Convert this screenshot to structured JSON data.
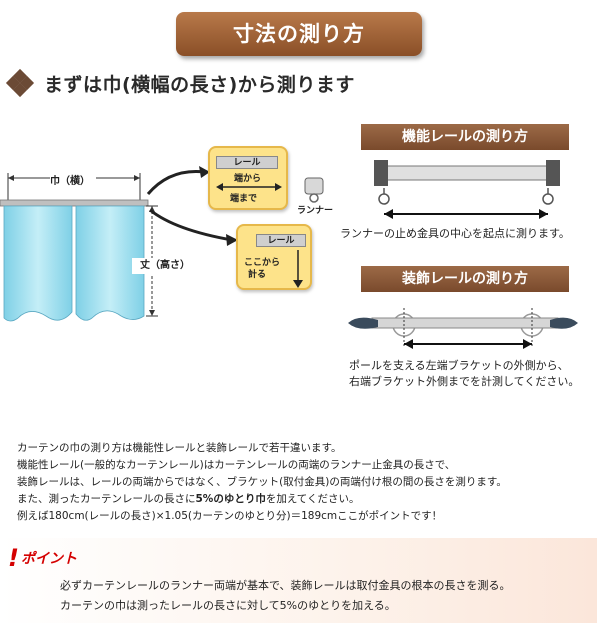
{
  "title": "寸法の測り方",
  "subhead": "まずは巾(横幅の長さ)から測ります",
  "diagram": {
    "width_label": "巾（横）",
    "height_label": "丈（高さ）",
    "rail": "レール",
    "rail2": "レール",
    "from_edge_line1": "端から",
    "from_edge_line2": "端まで",
    "measure_from_line1": "ここから",
    "measure_from_line2": "計る",
    "runner": "ランナー"
  },
  "functional": {
    "heading": "機能レールの測り方",
    "caption": "ランナーの止め金具の中心を起点に測ります。"
  },
  "decorative": {
    "heading": "装飾レールの測り方",
    "caption_line1": "ポールを支える左端ブラケットの外側から、",
    "caption_line2": "右端ブラケット外側までを計測してください。"
  },
  "body": {
    "line1": "カーテンの巾の測り方は機能性レールと装飾レールで若干違います。",
    "line2": "機能性レール(一般的なカーテンレール)はカーテンレールの両端のランナー止金具の長さで、",
    "line3": "装飾レールは、レールの両端からではなく、ブラケット(取付金具)の両端付け根の間の長さを測ります。",
    "line4_pre": "また、測ったカーテンレールの長さに",
    "line4_bold": "5%のゆとり巾",
    "line4_post": "を加えてください。",
    "line5": "例えば180cm(レールの長さ)×1.05(カーテンのゆとり分)＝189cmここがポイントです！"
  },
  "point": {
    "mark": "!",
    "label": "ポイント",
    "line1_a": "必ずカーテンレールのランナー両端が基本で、装飾レールは取付金具の根本の長さを測る。",
    "line2_a": "カーテンの巾は測ったレールの長さに対して5%のゆとりを加える。"
  },
  "colors": {
    "banner": "#8a4f27",
    "section_bar": "#7a4a2c",
    "bubble": "#fde38a",
    "curtain": "#a8e0ee",
    "accent_red": "#d40000"
  }
}
